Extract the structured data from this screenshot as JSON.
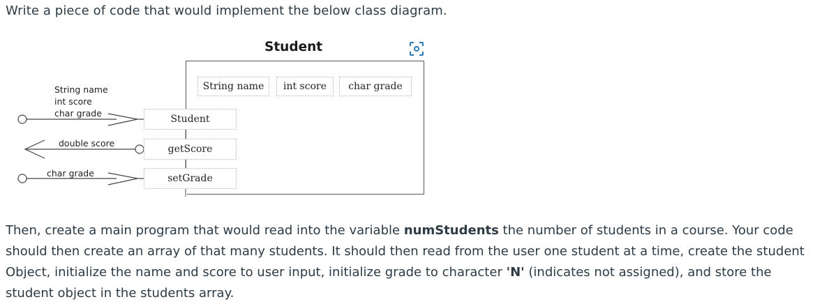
{
  "prompt": {
    "title": "Write a piece of code that would implement the below class diagram."
  },
  "diagram": {
    "class_name": "Student",
    "scan_icon": "scan-image-icon",
    "fields": [
      "String name",
      "int score",
      "char grade"
    ],
    "methods": [
      "Student",
      "getScore",
      "setGrade"
    ],
    "ports": {
      "constructor_inputs": [
        "String name",
        "int score",
        "char grade"
      ],
      "getscore_output": "double score",
      "setgrade_input": "char grade"
    }
  },
  "instructions": {
    "part1": "Then, create a main program that would read into the variable ",
    "variable": "numStudents",
    "part2": " the number of students in a course. Your code should then create an array of that many students. It should then read from the user one student at a time, create the student Object, initialize the name and score to user input, initialize grade to character ",
    "grade_char": "'N'",
    "part3": " (indicates not assigned), and store the student object in the students array."
  }
}
